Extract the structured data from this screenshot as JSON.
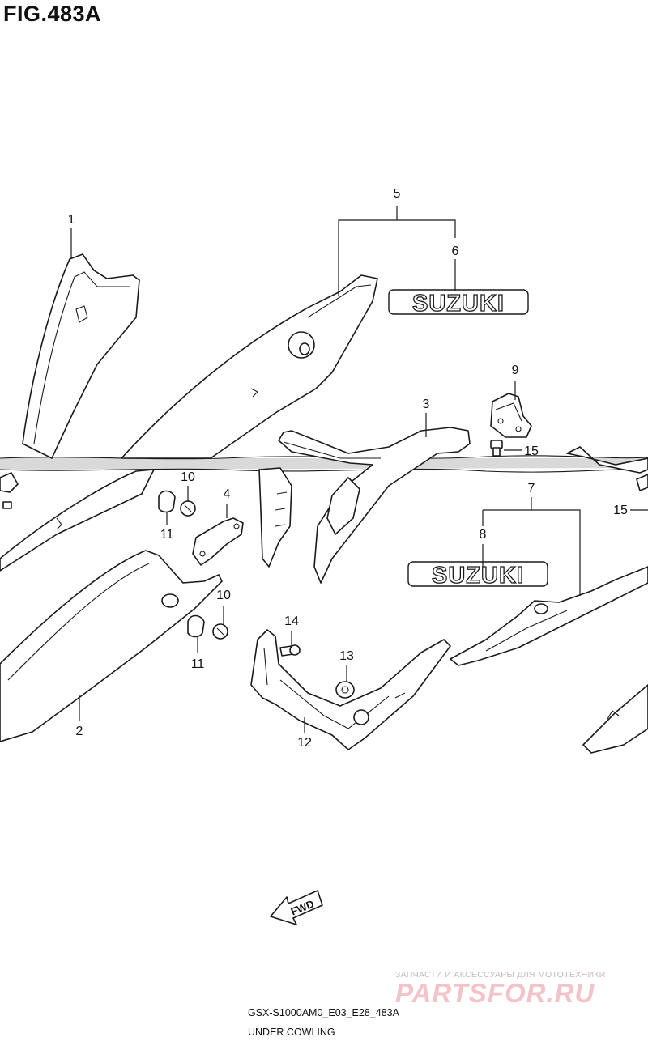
{
  "figure": {
    "title": "FIG.483A",
    "model_code": "GSX-S1000AM0_E03_E28_483A",
    "subtitle": "UNDER COWLING"
  },
  "callouts": [
    {
      "name": "callout-1",
      "label": "1"
    },
    {
      "name": "callout-2",
      "label": "2"
    },
    {
      "name": "callout-3",
      "label": "3"
    },
    {
      "name": "callout-4",
      "label": "4"
    },
    {
      "name": "callout-5",
      "label": "5"
    },
    {
      "name": "callout-6",
      "label": "6"
    },
    {
      "name": "callout-7",
      "label": "7"
    },
    {
      "name": "callout-8",
      "label": "8"
    },
    {
      "name": "callout-9",
      "label": "9"
    },
    {
      "name": "callout-10a",
      "label": "10"
    },
    {
      "name": "callout-10b",
      "label": "10"
    },
    {
      "name": "callout-11a",
      "label": "11"
    },
    {
      "name": "callout-11b",
      "label": "11"
    },
    {
      "name": "callout-12",
      "label": "12"
    },
    {
      "name": "callout-13",
      "label": "13"
    },
    {
      "name": "callout-14",
      "label": "14"
    },
    {
      "name": "callout-15a",
      "label": "15"
    },
    {
      "name": "callout-15b",
      "label": "15"
    }
  ],
  "emblems": {
    "upper": "SUZUKI",
    "lower": "SUZUKI"
  },
  "arrow": {
    "label": "FWD"
  },
  "watermark": {
    "line1": "ЗАПЧАСТИ И АКСЕССУАРЫ ДЛЯ МОТОТЕХНИКИ",
    "line2": "PARTSFOR.RU"
  }
}
